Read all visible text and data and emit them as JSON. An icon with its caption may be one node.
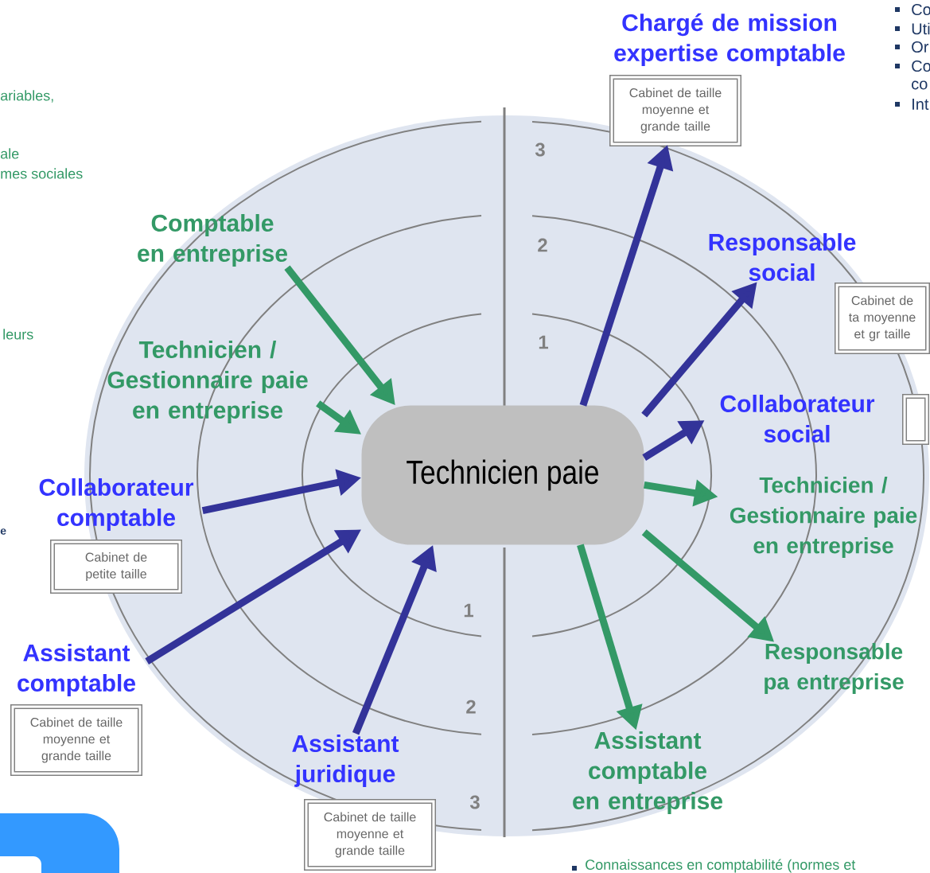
{
  "diagram": {
    "nodes": [
      {
        "text": [
          "Technicien paie"
        ]
      },
      {
        "text": [
          "Chargé de mission expertise comptable"
        ]
      },
      {
        "text": [
          "Cabinet de taille moyenne et grande taille"
        ]
      },
      {
        "text": [
          "Responsable social"
        ]
      },
      {
        "text": [
          "Cabinet de ta moyenne et gr taille"
        ]
      },
      {
        "text": [],
        "shape": "box"
      },
      {
        "text": [
          "Collaborateur social"
        ]
      },
      {
        "text": [
          "Technicien / Gestionnaire paie en entreprise"
        ]
      },
      {
        "text": [
          "Responsable pa entreprise"
        ]
      },
      {
        "text": [
          "Assistant comptable en entreprise"
        ]
      },
      {
        "text": [
          "Assistant juridique"
        ]
      },
      {
        "text": [
          "Cabinet de taille moyenne et grande taille"
        ]
      },
      {
        "text": [
          "Assistant comptable"
        ]
      },
      {
        "text": [
          "Cabinet de taille moyenne et grande taille"
        ]
      },
      {
        "text": [
          "Collaborateur comptable"
        ]
      },
      {
        "text": [
          "Cabinet de petite taille"
        ]
      },
      {
        "text": [
          "Technicien / Gestionnaire paie en entreprise"
        ]
      },
      {
        "text": [
          "Comptable en entreprise"
        ]
      }
    ],
    "edges": [
      {
        "from": 0,
        "to": 2,
        "arrow": "to"
      },
      {
        "from": 0,
        "to": 3,
        "arrow": "to"
      },
      {
        "from": 0,
        "to": 6,
        "arrow": "to"
      },
      {
        "from": 0,
        "to": 7,
        "arrow": "to",
        "color": "#339966"
      },
      {
        "from": 0,
        "to": 8,
        "arrow": "to",
        "color": "#339966"
      },
      {
        "from": 0,
        "to": 9,
        "arrow": "to",
        "color": "#339966"
      },
      {
        "from": 10,
        "to": 0,
        "arrow": "to"
      },
      {
        "from": 12,
        "to": 0,
        "arrow": "to"
      },
      {
        "from": 14,
        "to": 0,
        "arrow": "to"
      },
      {
        "from": 16,
        "to": 0,
        "arrow": "to",
        "color": "#339966"
      },
      {
        "from": 17,
        "to": 0,
        "arrow": "to",
        "color": "#339966"
      }
    ],
    "labels": [
      "Co",
      "Uti",
      "Or",
      "Co",
      "co",
      "ariables,",
      "Int",
      "3",
      "ale",
      "mes sociales",
      "2",
      "leurs",
      "1",
      "e",
      "1",
      "2",
      "3",
      "Connaissances en comptabilité (normes et"
    ]
  }
}
